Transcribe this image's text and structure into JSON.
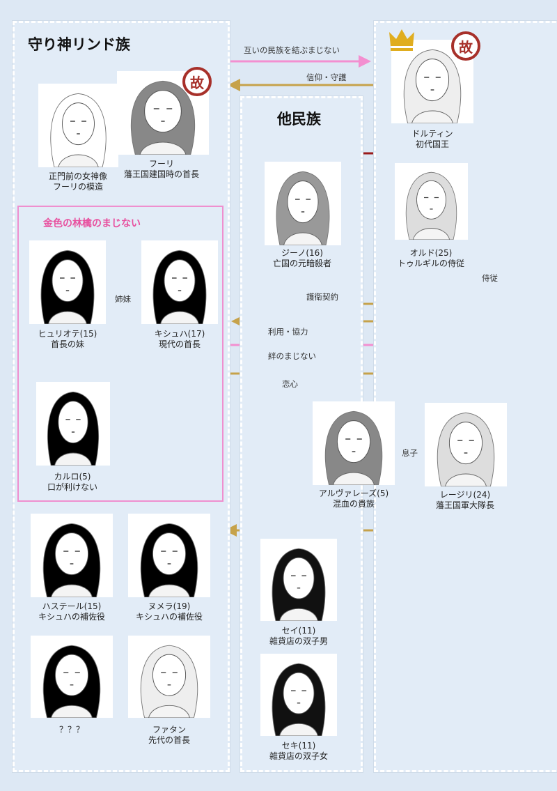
{
  "groups": {
    "guardian": "守り神リンド族",
    "others": "他民族",
    "golden_apple": "金色の林檎のまじない"
  },
  "badge": "故",
  "characters": {
    "statue": {
      "name": "正門前の女神像",
      "role": "フーリの模造"
    },
    "fuuri": {
      "name": "フーリ",
      "role": "藩王国建国時の首長"
    },
    "dorutin": {
      "name": "ドルティン",
      "role": "初代国王"
    },
    "jino": {
      "name": "ジーノ(16)",
      "role": "亡国の元暗殺者"
    },
    "orudo": {
      "name": "オルド(25)",
      "role": "トゥルギルの侍従"
    },
    "hyuriote": {
      "name": "ヒュリオテ(15)",
      "role": "首長の妹"
    },
    "kishuha": {
      "name": "キシュハ(17)",
      "role": "現代の首長"
    },
    "karuro": {
      "name": "カルロ(5)",
      "role": "口が利けない"
    },
    "alvarez": {
      "name": "アルヴァレーズ(5)",
      "role": "混血の貴族"
    },
    "reijiri": {
      "name": "レージリ(24)",
      "role": "藩王国軍大隊長"
    },
    "hasuteru": {
      "name": "ハステール(15)",
      "role": "キシュハの補佐役"
    },
    "numera": {
      "name": "ヌメラ(19)",
      "role": "キシュハの補佐役"
    },
    "unknown": {
      "name": "？？？"
    },
    "fatan": {
      "name": "ファタン",
      "role": "先代の首長"
    },
    "sei": {
      "name": "セイ(11)",
      "role": "雑貨店の双子男"
    },
    "seki": {
      "name": "セキ(11)",
      "role": "雑貨店の双子女"
    }
  },
  "relations": {
    "mutual_charm": "互いの民族を結ぶまじない",
    "faith": "信仰・守護",
    "attendant": "侍従",
    "guard_contract": "護衛契約",
    "use_cooperate": "利用・協力",
    "bond_charm": "絆のまじない",
    "love": "恋心",
    "sisters": "姉妹",
    "son": "息子"
  },
  "colors": {
    "pink": "#f38fd0",
    "gold": "#c6a24a",
    "blue": "#6f86a6",
    "darkred": "#9a1a1a"
  }
}
